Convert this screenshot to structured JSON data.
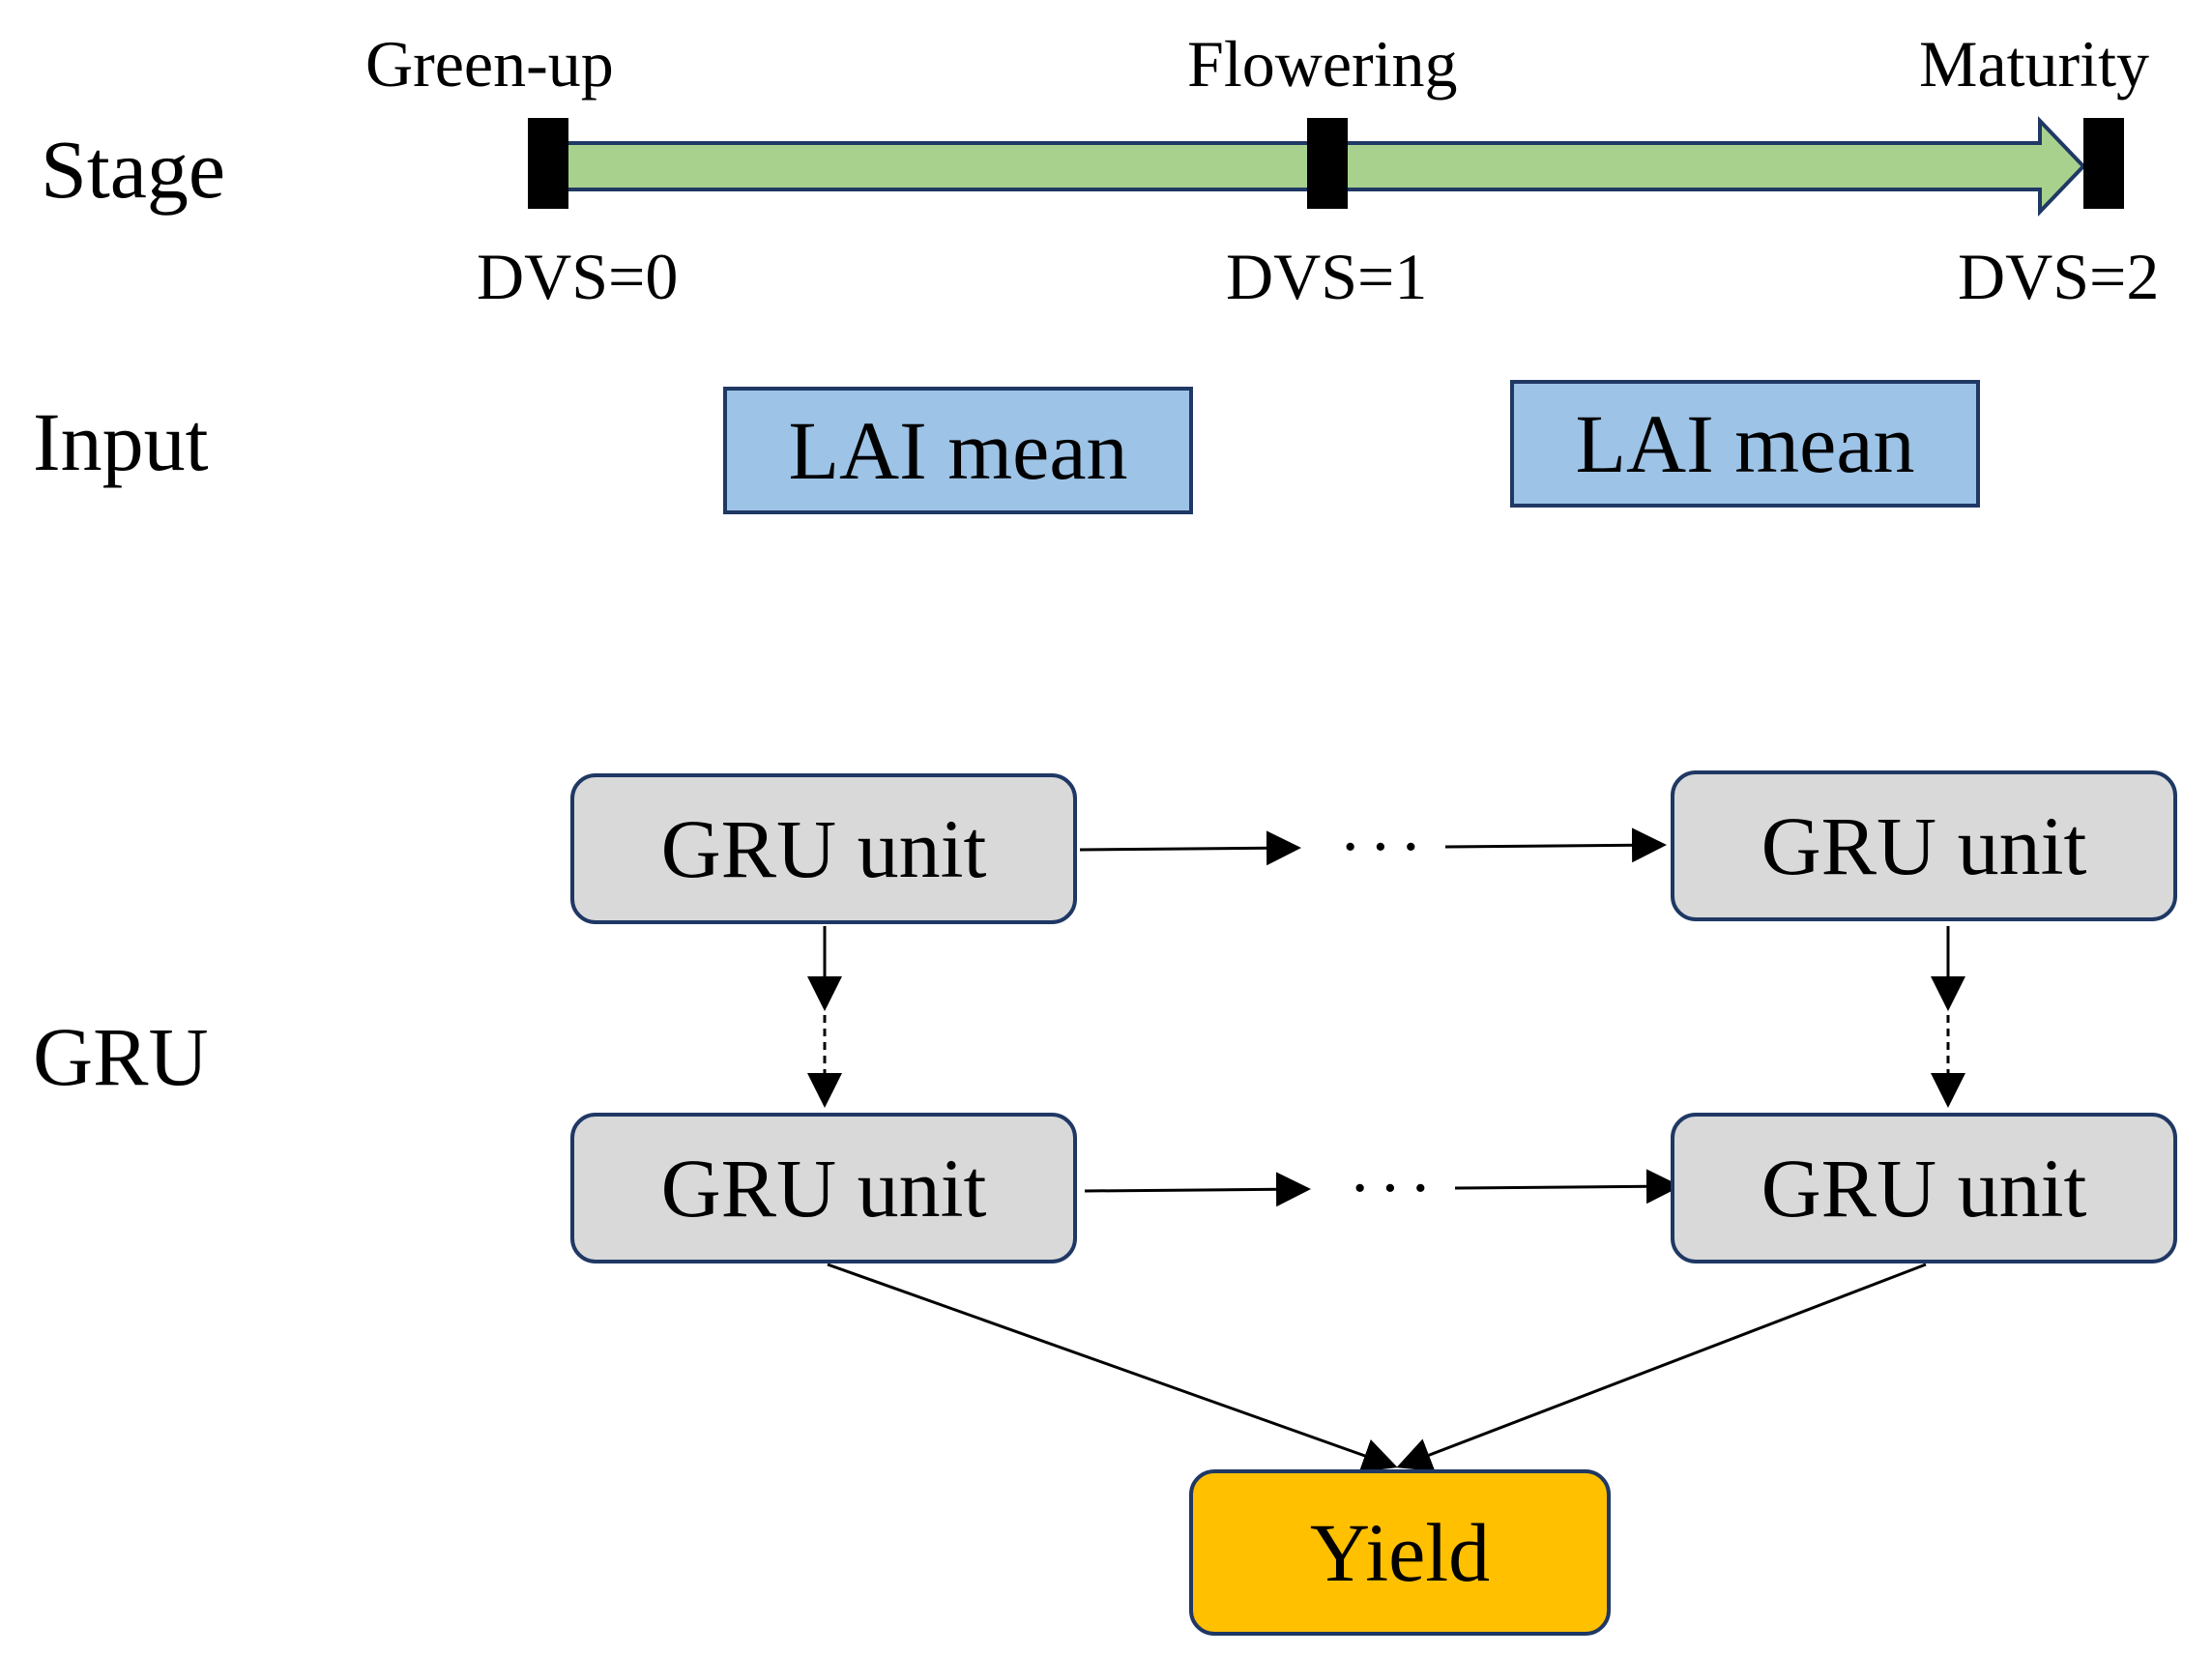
{
  "rows": {
    "stage": "Stage",
    "input": "Input",
    "gru": "GRU"
  },
  "stages": {
    "greenup": "Green-up",
    "flowering": "Flowering",
    "maturity": "Maturity",
    "dvs0": "DVS=0",
    "dvs1": "DVS=1",
    "dvs2": "DVS=2"
  },
  "inputs": {
    "left": "LAI mean",
    "right": "LAI mean"
  },
  "gru_units": {
    "top_left": "GRU unit",
    "top_right": "GRU unit",
    "bottom_left": "GRU unit",
    "bottom_right": "GRU unit",
    "ellipsis_top": "···",
    "ellipsis_bottom": "···"
  },
  "output": {
    "yield": "Yield"
  },
  "colors": {
    "timeline_arrow": "#a9d18e",
    "stage_marker": "#000000",
    "input_box": "#9dc3e6",
    "gru_box": "#d9d9d9",
    "yield_box": "#ffc000",
    "border": "#1f3864"
  }
}
